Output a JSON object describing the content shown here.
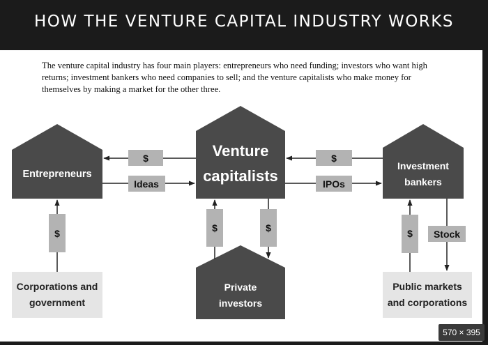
{
  "header": {
    "title": "HOW THE VENTURE CAPITAL INDUSTRY WORKS"
  },
  "intro": {
    "text": "The venture capital industry has four main players: entrepreneurs who need funding; investors who want high returns; investment bankers who need companies to sell; and the venture capitalists who make money for themselves by making a market for the other three."
  },
  "nodes": {
    "entrepreneurs": "Entrepreneurs",
    "vc_line1": "Venture",
    "vc_line2": "capitalists",
    "ib_line1": "Investment",
    "ib_line2": "bankers",
    "corp_line1": "Corporations and",
    "corp_line2": "government",
    "private_line1": "Private",
    "private_line2": "investors",
    "public_line1": "Public markets",
    "public_line2": "and corporations"
  },
  "flows": {
    "vc_to_ent": "$",
    "ent_to_vc": "Ideas",
    "ib_to_vc": "$",
    "vc_to_ib": "IPOs",
    "corp_to_ent": "$",
    "vc_to_private": "$",
    "private_to_vc": "$",
    "public_to_ib": "$",
    "ib_to_public": "Stock"
  },
  "badge": {
    "size": "570 × 395"
  },
  "colors": {
    "house": "#4a4a4a",
    "tag": "#b3b3b3",
    "source_box": "#e5e5e5",
    "frame": "#1b1b1b"
  }
}
